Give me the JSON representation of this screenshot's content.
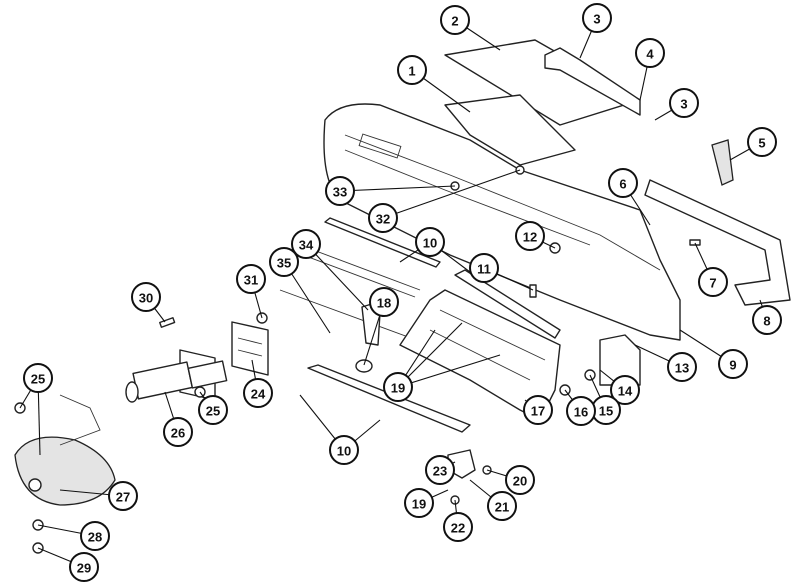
{
  "diagram": {
    "type": "exploded parts view",
    "callouts": [
      "1",
      "2",
      "3",
      "4",
      "3",
      "5",
      "6",
      "33",
      "32",
      "7",
      "8",
      "10",
      "12",
      "34",
      "35",
      "11",
      "31",
      "18",
      "30",
      "9",
      "13",
      "14",
      "15",
      "16",
      "17",
      "19",
      "25",
      "25",
      "24",
      "26",
      "10",
      "23",
      "20",
      "21",
      "19",
      "22",
      "27",
      "28",
      "29"
    ]
  }
}
